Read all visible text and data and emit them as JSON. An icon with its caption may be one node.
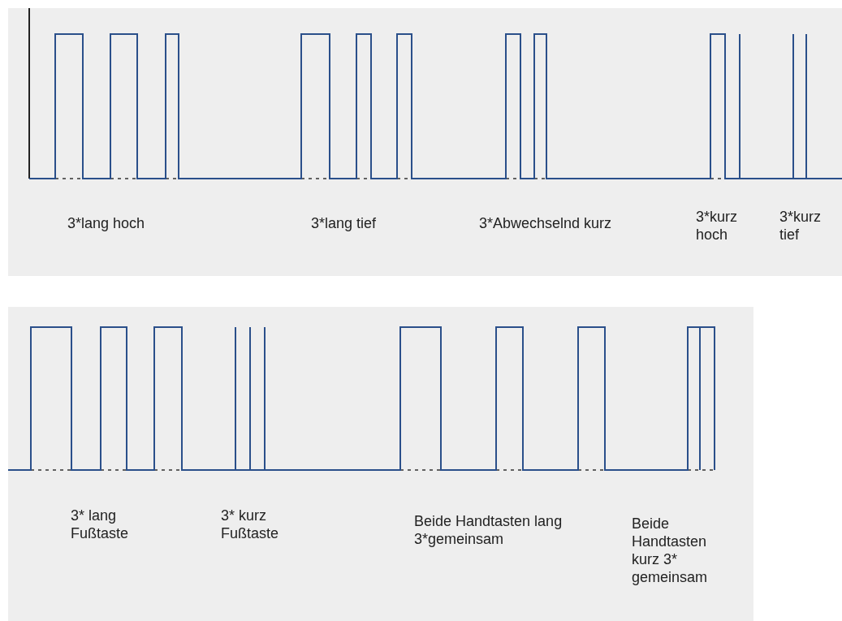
{
  "diagram": {
    "labels": [
      "3*lang hoch",
      "3*lang tief",
      "3*Abwechselnd kurz",
      "3*kurz hoch",
      "3*kurz tief",
      "3* lang Fußtaste",
      "3* kurz Fußtaste",
      "Beide Handtasten lang 3*gemeinsam",
      "Beide Handtasten kurz 3* gemeinsam"
    ]
  }
}
